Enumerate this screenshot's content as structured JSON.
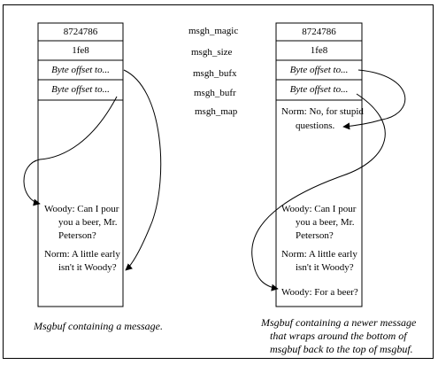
{
  "left_buffer": {
    "magic": "8724786",
    "size": "1fe8",
    "bufx": "Byte offset to...",
    "bufr": "Byte offset to...",
    "msg1": [
      "Woody:   Can I pour",
      "you a beer, Mr.",
      "Peterson?"
    ],
    "msg2": [
      "Norm:   A little early",
      "isn't it Woody?"
    ]
  },
  "fields": {
    "magic": "msgh_magic",
    "size": "msgh_size",
    "bufx": "msgh_bufx",
    "bufr": "msgh_bufr",
    "map": "msgh_map"
  },
  "right_buffer": {
    "magic": "8724786",
    "size": "1fe8",
    "bufx": "Byte offset to...",
    "bufr": "Byte offset to...",
    "top_msg": [
      "Norm:   No, for stupid",
      "questions."
    ],
    "msg1": [
      "Woody:   Can I pour",
      "you a beer, Mr.",
      "Peterson?"
    ],
    "msg2": [
      "Norm:   A little early",
      "isn't it Woody?"
    ],
    "bottom_msg": "Woody:   For a beer?"
  },
  "captions": {
    "left": "Msgbuf containing a message.",
    "right": [
      "Msgbuf containing a newer message",
      "that wraps around the bottom of",
      "msgbuf back to the top of msgbuf."
    ]
  }
}
